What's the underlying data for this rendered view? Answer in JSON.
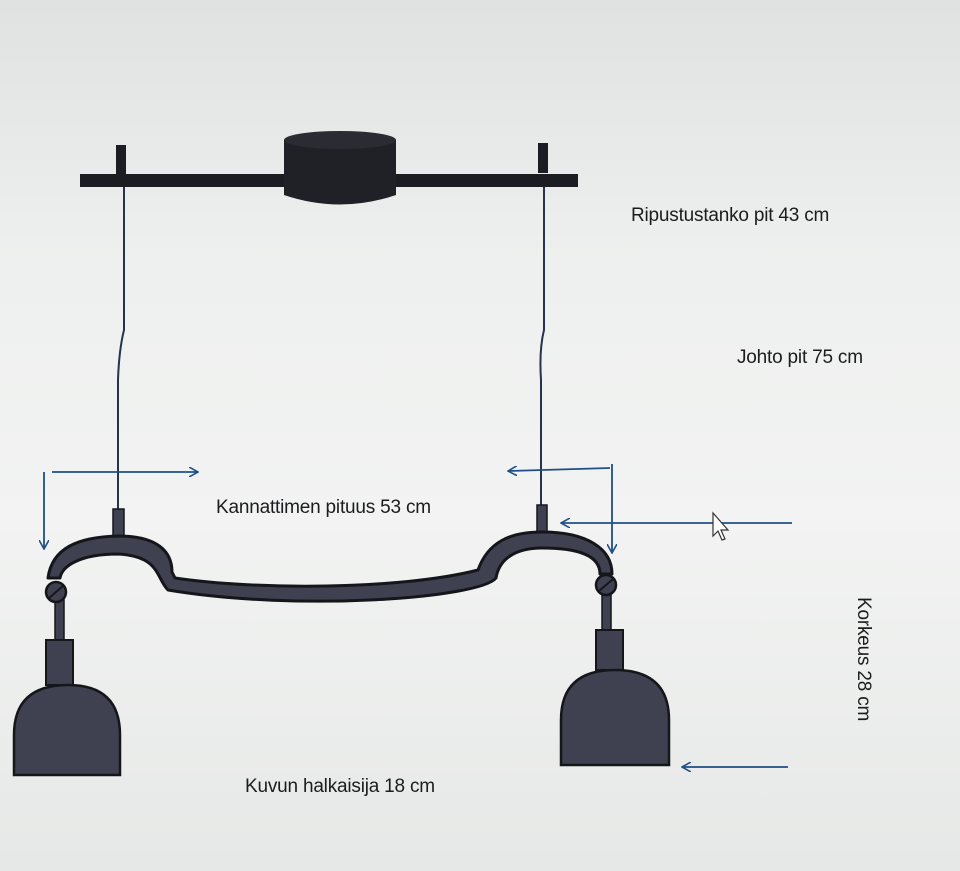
{
  "labels": {
    "rod_length": "Ripustustanko pit 43 cm",
    "cord_length": "Johto pit 75 cm",
    "bracket_length": "Kannattimen pituus 53 cm",
    "shade_diameter": "Kuvun halkaisija 18 cm",
    "height": "Korkeus 28 cm"
  },
  "colors": {
    "metal": "#3f4150",
    "rod": "#1c1d22",
    "cord": "#25334d",
    "arrow": "#1f4f86",
    "outline": "#15161a"
  }
}
